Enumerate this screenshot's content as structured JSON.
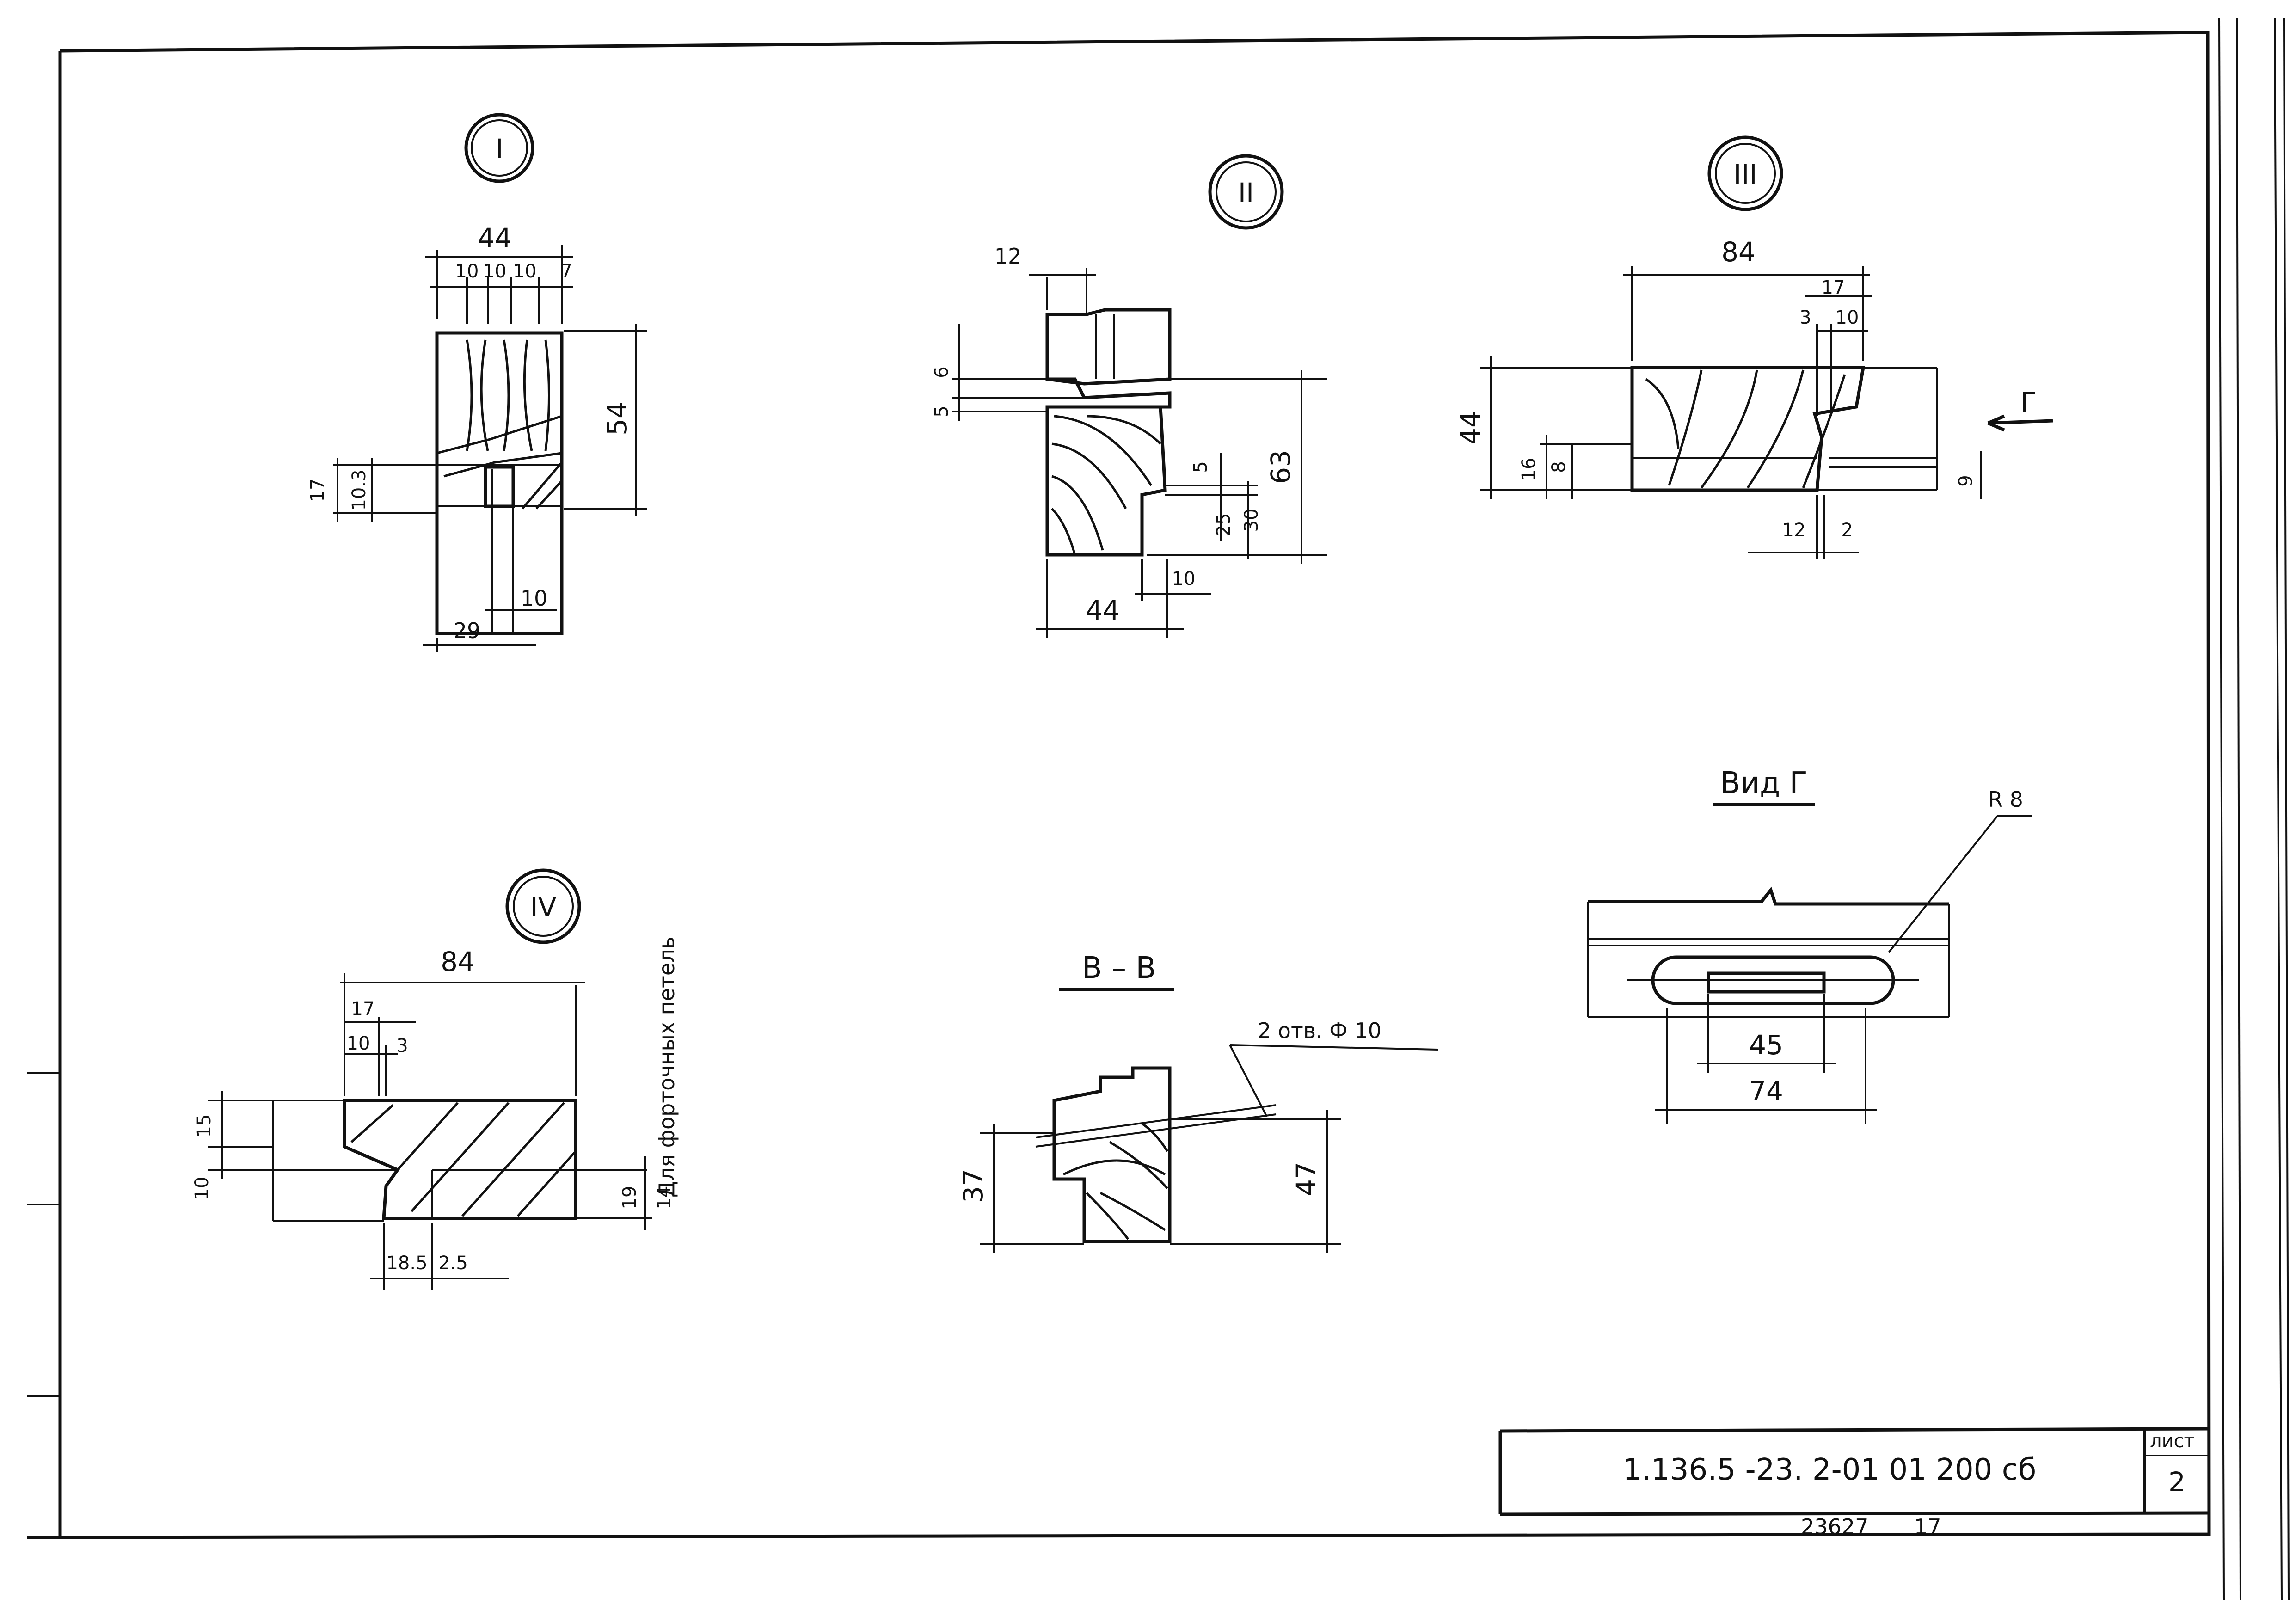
{
  "sheet": {
    "document_code": "1.136.5 -23. 2-01 01 200 сб",
    "sheet_label": "лист",
    "sheet_number": "2",
    "archive_number": "23627",
    "archive_suffix": "17"
  },
  "details": {
    "d1": {
      "marker": "I",
      "dims": {
        "width_total": "44",
        "seg1": "10",
        "seg2": "10",
        "seg3": "10",
        "seg4": "7",
        "height": "54",
        "left_outer": "17",
        "left_inner": "10.3",
        "bottom_left": "29",
        "bottom_right": "10"
      }
    },
    "d2": {
      "marker": "II",
      "dims": {
        "top": "12",
        "left_a": "6",
        "left_b": "5",
        "right_total": "63",
        "step": "5",
        "lower_a": "25",
        "lower_b": "30",
        "bottom_width": "44",
        "bottom_step": "10"
      }
    },
    "d3": {
      "marker": "III",
      "dims": {
        "top_total": "84",
        "top_a": "17",
        "top_b": "10",
        "top_c": "3",
        "left_height": "44",
        "left_a": "16",
        "left_b": "8",
        "right_small": "9",
        "bottom_a": "12",
        "bottom_b": "2"
      },
      "view_arrow": "Г"
    },
    "d4": {
      "marker": "IV",
      "dims": {
        "top_total": "84",
        "top_a": "17",
        "top_b": "10",
        "top_c": "3",
        "left_a": "15",
        "left_b": "10",
        "right_a": "19",
        "right_b": "14",
        "bottom_a": "18.5",
        "bottom_b": "2.5"
      },
      "note": "Для форточных петель"
    },
    "section_bb": {
      "title": "В – В",
      "holes_note": "2 отв. Ф 10",
      "dims": {
        "left_height": "37",
        "right_height": "47"
      }
    },
    "view_g": {
      "title": "Вид Г",
      "radius": "R 8",
      "dims": {
        "inner": "45",
        "outer": "74"
      }
    }
  }
}
